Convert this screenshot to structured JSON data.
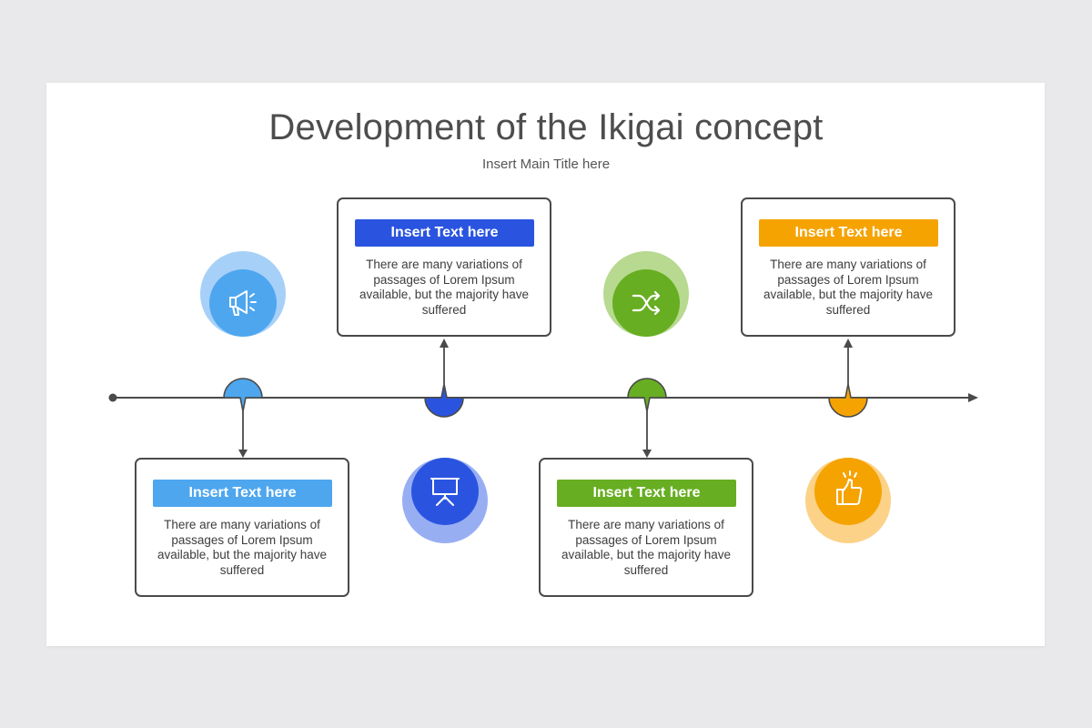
{
  "title": "Development of the Ikigai concept",
  "subtitle": "Insert Main Title here",
  "colors": {
    "light_blue": "#4ea6ef",
    "blue": "#2a54e0",
    "green": "#67ae22",
    "orange": "#f5a300",
    "line": "#4a4a4a"
  },
  "steps": [
    {
      "heading": "Insert Text here",
      "text": "There are many variations of passages of Lorem Ipsum available, but the majority have suffered",
      "icon": "megaphone-icon",
      "color": "#4ea6ef"
    },
    {
      "heading": "Insert Text here",
      "text": "There are many variations of passages of Lorem Ipsum available, but the majority have suffered",
      "icon": "presentation-board-icon",
      "color": "#2a54e0"
    },
    {
      "heading": "Insert Text here",
      "text": "There are many variations of passages of Lorem Ipsum available, but the majority have suffered",
      "icon": "shuffle-icon",
      "color": "#67ae22"
    },
    {
      "heading": "Insert Text here",
      "text": "There are many variations of passages of Lorem Ipsum available, but the majority have suffered",
      "icon": "thumbs-up-icon",
      "color": "#f5a300"
    }
  ]
}
